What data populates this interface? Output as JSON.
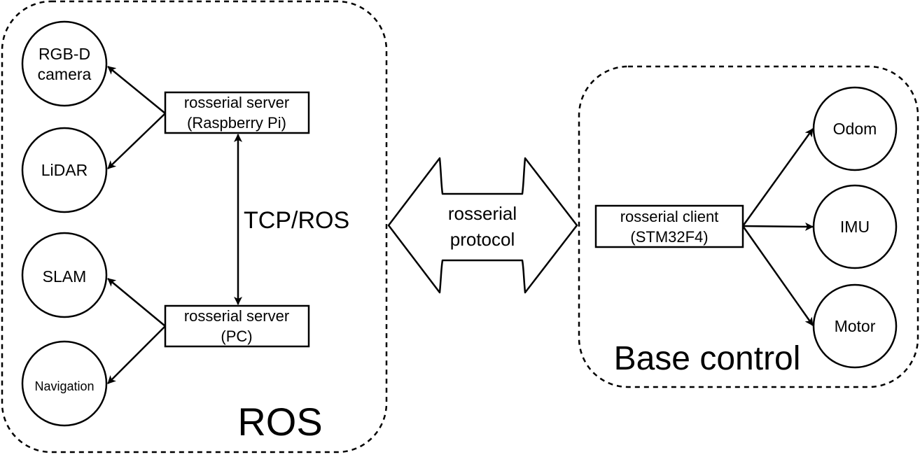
{
  "ros_group": {
    "label": "ROS",
    "server_pi": {
      "line1": "rosserial server",
      "line2": "(Raspberry Pi)"
    },
    "server_pc": {
      "line1": "rosserial server",
      "line2": "(PC)"
    },
    "link_label": "TCP/ROS",
    "nodes": {
      "rgbd": {
        "line1": "RGB-D",
        "line2": "camera"
      },
      "lidar": "LiDAR",
      "slam": "SLAM",
      "navigation": "Navigation"
    }
  },
  "protocol": {
    "line1": "rosserial",
    "line2": "protocol"
  },
  "base_group": {
    "label": "Base control",
    "client": {
      "line1": "rosserial client",
      "line2": "(STM32F4)"
    },
    "nodes": {
      "odom": "Odom",
      "imu": "IMU",
      "motor": "Motor"
    }
  }
}
